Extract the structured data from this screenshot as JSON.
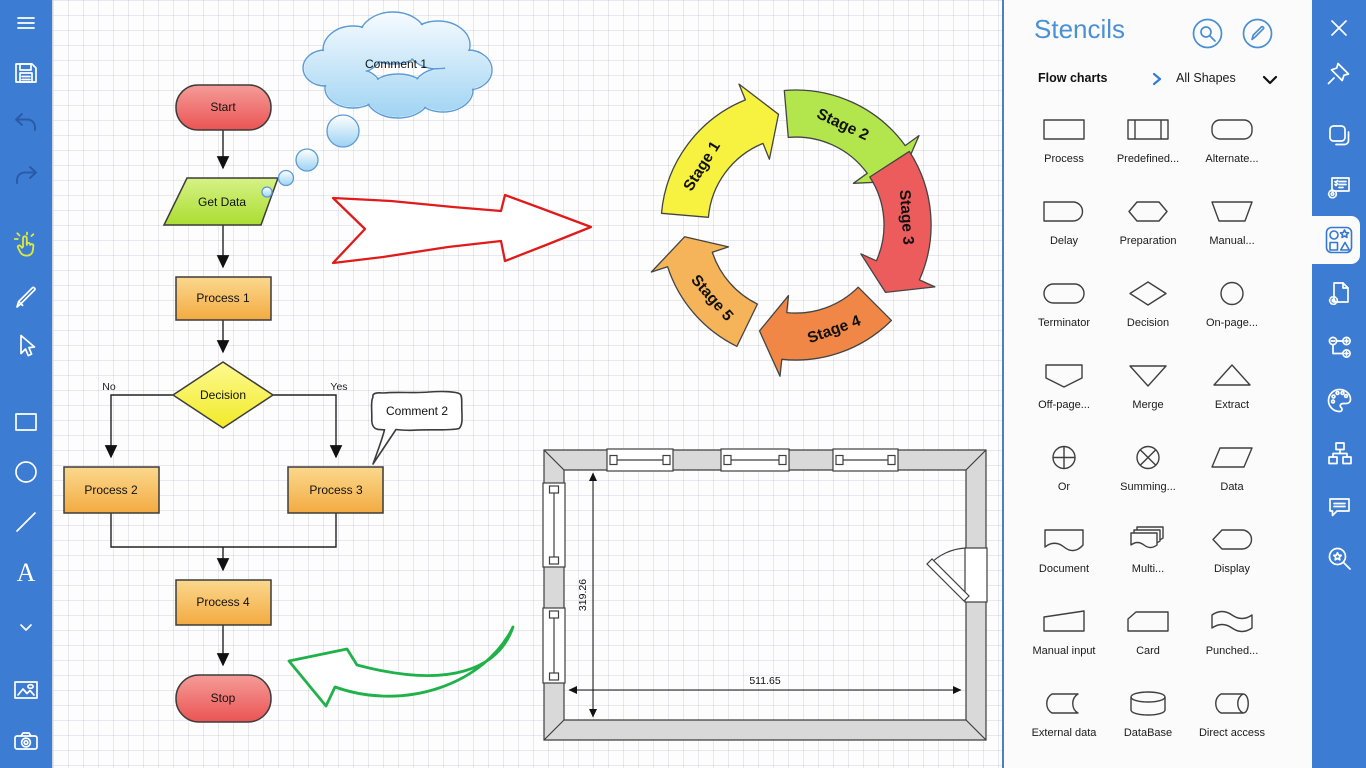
{
  "left_toolbar": {
    "icons": [
      "menu",
      "save",
      "undo",
      "redo",
      "pan-hand",
      "pen",
      "select-cursor",
      "rectangle",
      "ellipse",
      "line",
      "text",
      "chevron-down",
      "insert-image",
      "camera"
    ],
    "active_tool": "pan-hand",
    "colors": {
      "bar": "#3c7dd3",
      "active_tool": "#dfe93c",
      "history_icons": "#2a5aa8"
    }
  },
  "stencils_panel": {
    "title": "Stencils",
    "actions": [
      "search",
      "edit"
    ],
    "category": "Flow charts",
    "collection": "All Shapes",
    "accent_color": "#4a90d5",
    "items": [
      {
        "label": "Process",
        "icon": "process"
      },
      {
        "label": "Predefined...",
        "icon": "predefined-process"
      },
      {
        "label": "Alternate...",
        "icon": "alternate-process"
      },
      {
        "label": "Delay",
        "icon": "delay"
      },
      {
        "label": "Preparation",
        "icon": "preparation"
      },
      {
        "label": "Manual...",
        "icon": "manual-operation"
      },
      {
        "label": "Terminator",
        "icon": "terminator"
      },
      {
        "label": "Decision",
        "icon": "decision"
      },
      {
        "label": "On-page...",
        "icon": "on-page-reference"
      },
      {
        "label": "Off-page...",
        "icon": "off-page-reference"
      },
      {
        "label": "Merge",
        "icon": "merge"
      },
      {
        "label": "Extract",
        "icon": "extract"
      },
      {
        "label": "Or",
        "icon": "or"
      },
      {
        "label": "Summing...",
        "icon": "summing-junction"
      },
      {
        "label": "Data",
        "icon": "data"
      },
      {
        "label": "Document",
        "icon": "document"
      },
      {
        "label": "Multi...",
        "icon": "multi-document"
      },
      {
        "label": "Display",
        "icon": "display"
      },
      {
        "label": "Manual input",
        "icon": "manual-input"
      },
      {
        "label": "Card",
        "icon": "card"
      },
      {
        "label": "Punched...",
        "icon": "punched-tape"
      },
      {
        "label": "External data",
        "icon": "external-data"
      },
      {
        "label": "DataBase",
        "icon": "database"
      },
      {
        "label": "Direct access",
        "icon": "direct-access"
      }
    ]
  },
  "right_toolbar": {
    "icons": [
      "close",
      "pin",
      "pages",
      "diagram-options",
      "stencil-shapes",
      "page-options",
      "connectors",
      "palette",
      "hierarchy",
      "comments",
      "zoom-find"
    ],
    "active": "stencil-shapes"
  },
  "canvas": {
    "flowchart": {
      "nodes": {
        "start": "Start",
        "get_data": "Get Data",
        "process1": "Process 1",
        "decision": "Decision",
        "process2": "Process 2",
        "process3": "Process 3",
        "process4": "Process 4",
        "stop": "Stop"
      },
      "edge_labels": {
        "no": "No",
        "yes": "Yes"
      },
      "colors": {
        "terminator": "#ee5f5f",
        "data": "#b9e24a",
        "process": "#f6bb58",
        "decision": "#f5ee33"
      }
    },
    "comments": {
      "comment1": "Comment 1",
      "comment2": "Comment 2"
    },
    "sketch_arrows": {
      "red": "#e01b1b",
      "green": "#21b14b"
    },
    "cycle": {
      "stages": [
        {
          "label": "Stage 1",
          "color": "#f6f23f"
        },
        {
          "label": "Stage 2",
          "color": "#b3e64d"
        },
        {
          "label": "Stage 3",
          "color": "#ed5c5c"
        },
        {
          "label": "Stage 4",
          "color": "#f08747"
        },
        {
          "label": "Stage 5",
          "color": "#f5b35a"
        }
      ]
    },
    "floorplan": {
      "height": "319.26",
      "width": "511.65"
    }
  }
}
